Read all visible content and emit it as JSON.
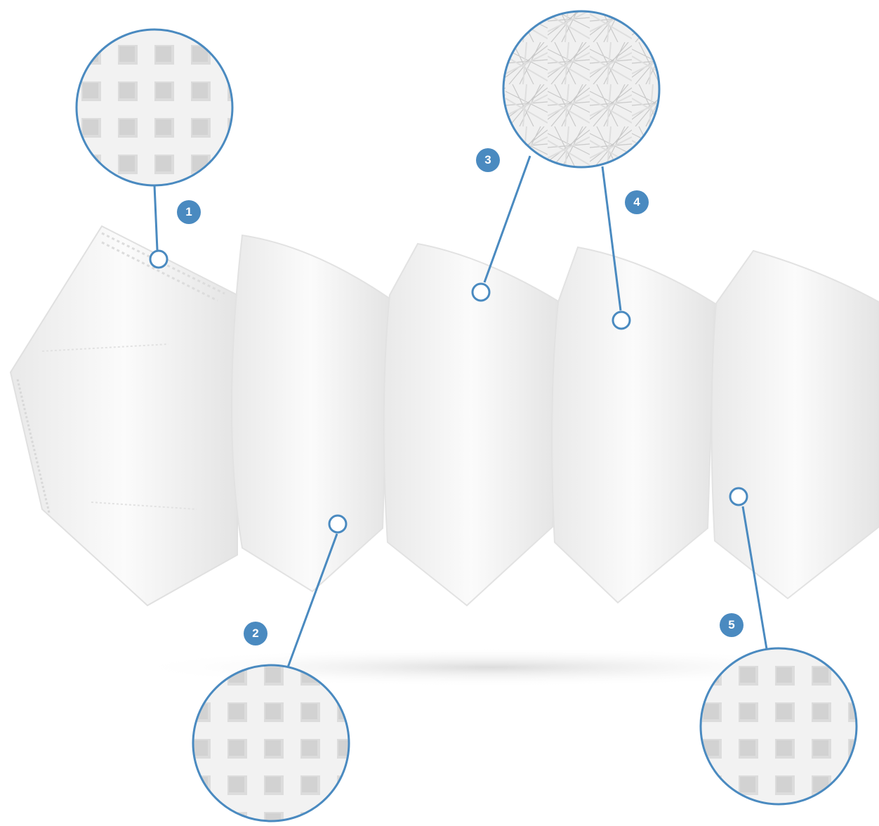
{
  "colors": {
    "accent": "#4a8ac0",
    "layer_fill": "#f3f3f3",
    "background": "#ffffff"
  },
  "layers": [
    {
      "number": "1",
      "texture": "embossed-grid"
    },
    {
      "number": "2",
      "texture": "embossed-grid"
    },
    {
      "number": "3",
      "texture": "fiber-web"
    },
    {
      "number": "4",
      "texture": "fiber-web"
    },
    {
      "number": "5",
      "texture": "embossed-grid"
    }
  ]
}
